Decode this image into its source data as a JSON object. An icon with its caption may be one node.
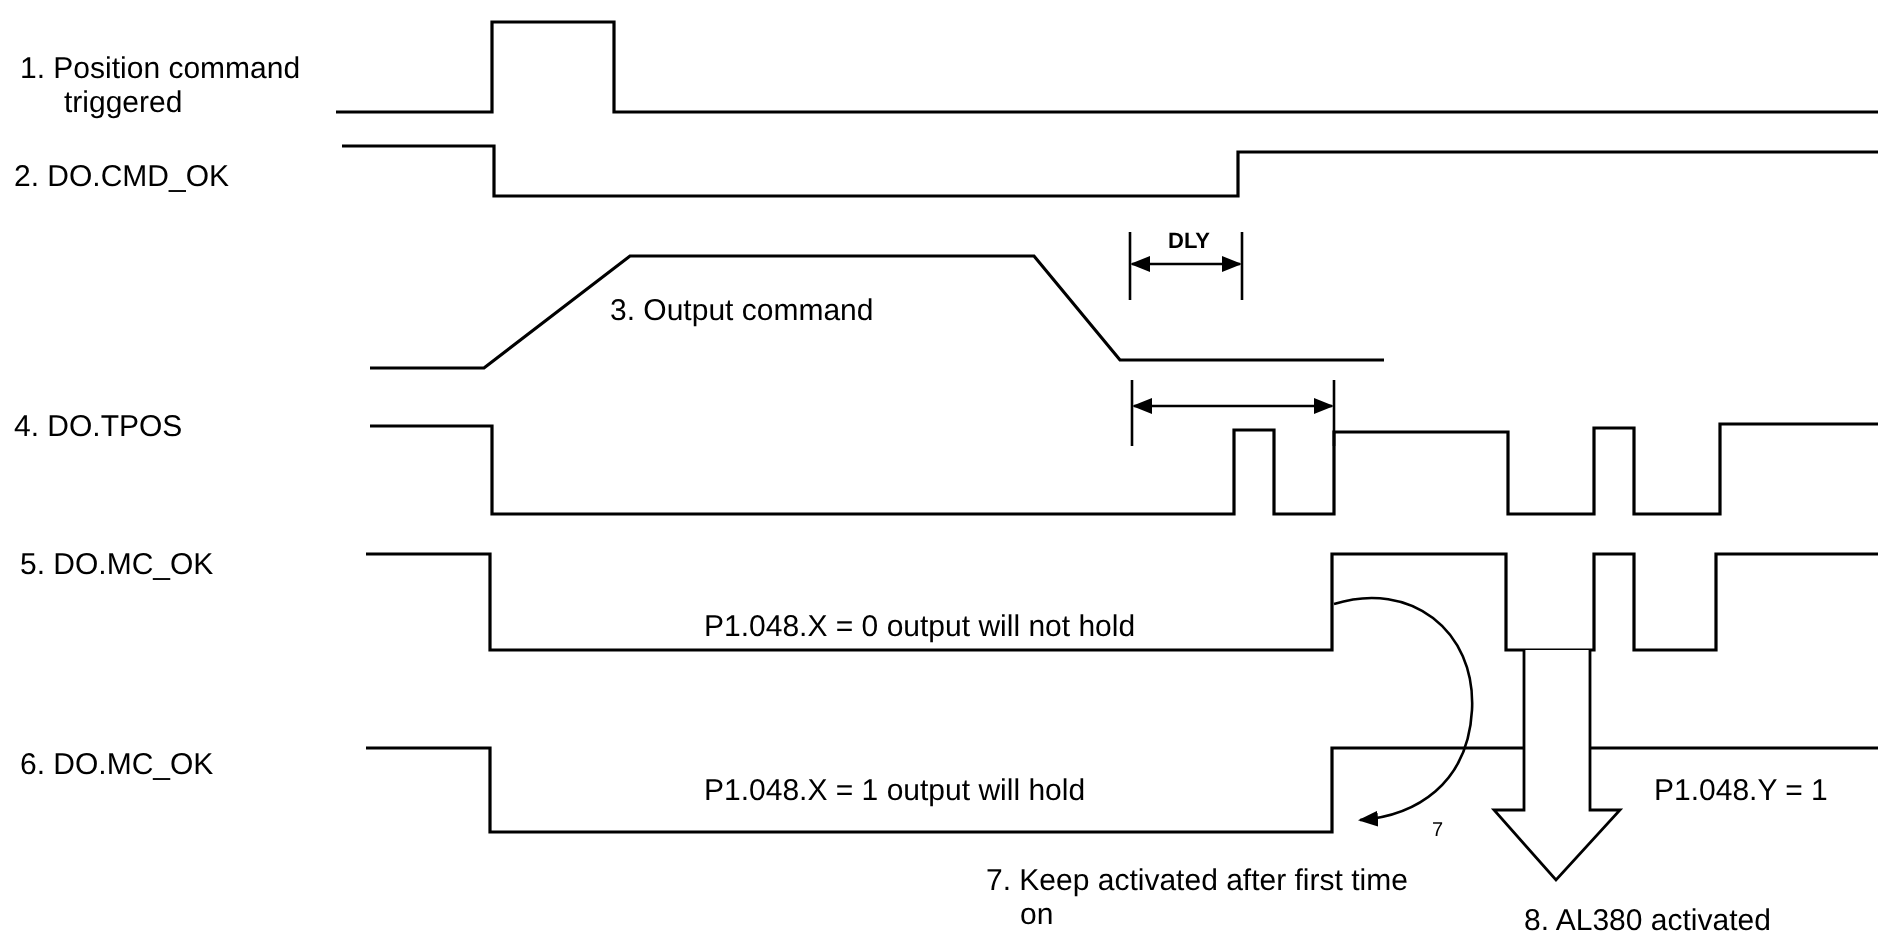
{
  "diagram": {
    "labels": [
      "1. Position command triggered",
      "2. DO.CMD_OK",
      "DLY",
      "3. Output command",
      "4. DO.TPOS",
      "5. DO.MC_OK",
      "P1.048.X = 0 output will not hold",
      "6. DO.MC_OK",
      "P1.048.X = 1 output will hold",
      "P1.048.Y = 1",
      "7",
      "7. Keep activated after first time on",
      "8. AL380 activated"
    ]
  }
}
